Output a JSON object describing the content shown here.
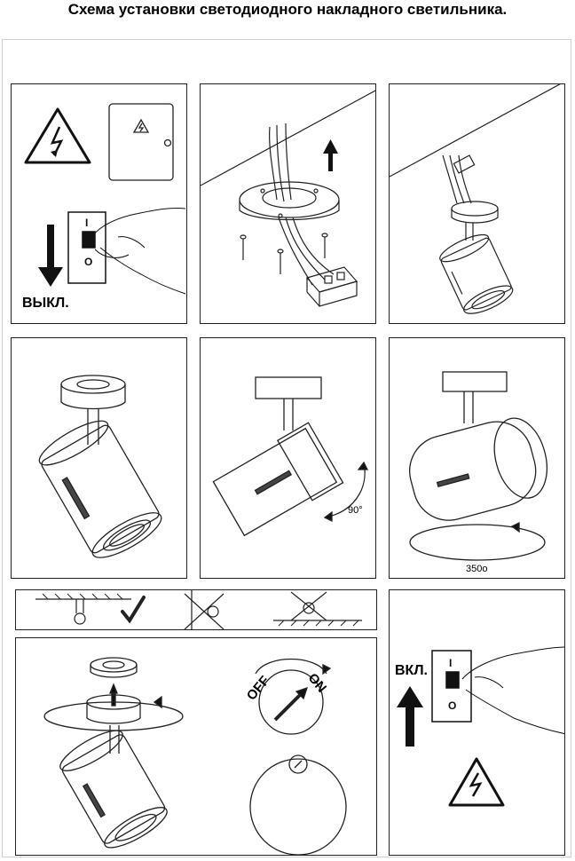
{
  "title": "Схема установки светодиодного накладного светильника.",
  "panel1": {
    "off_label": "ВЫКЛ.",
    "switch_on": "I",
    "switch_off": "O"
  },
  "panel6": {
    "angle_label": "90°"
  },
  "panel7": {
    "angle_label": "350о"
  },
  "panel10": {
    "switch_off": "OFF",
    "switch_on": "ON"
  },
  "panel11": {
    "on_label": "ВКЛ.",
    "switch_on": "I",
    "switch_off": "O"
  },
  "colors": {
    "stroke": "#111111",
    "frame": "#cfcfcf"
  }
}
